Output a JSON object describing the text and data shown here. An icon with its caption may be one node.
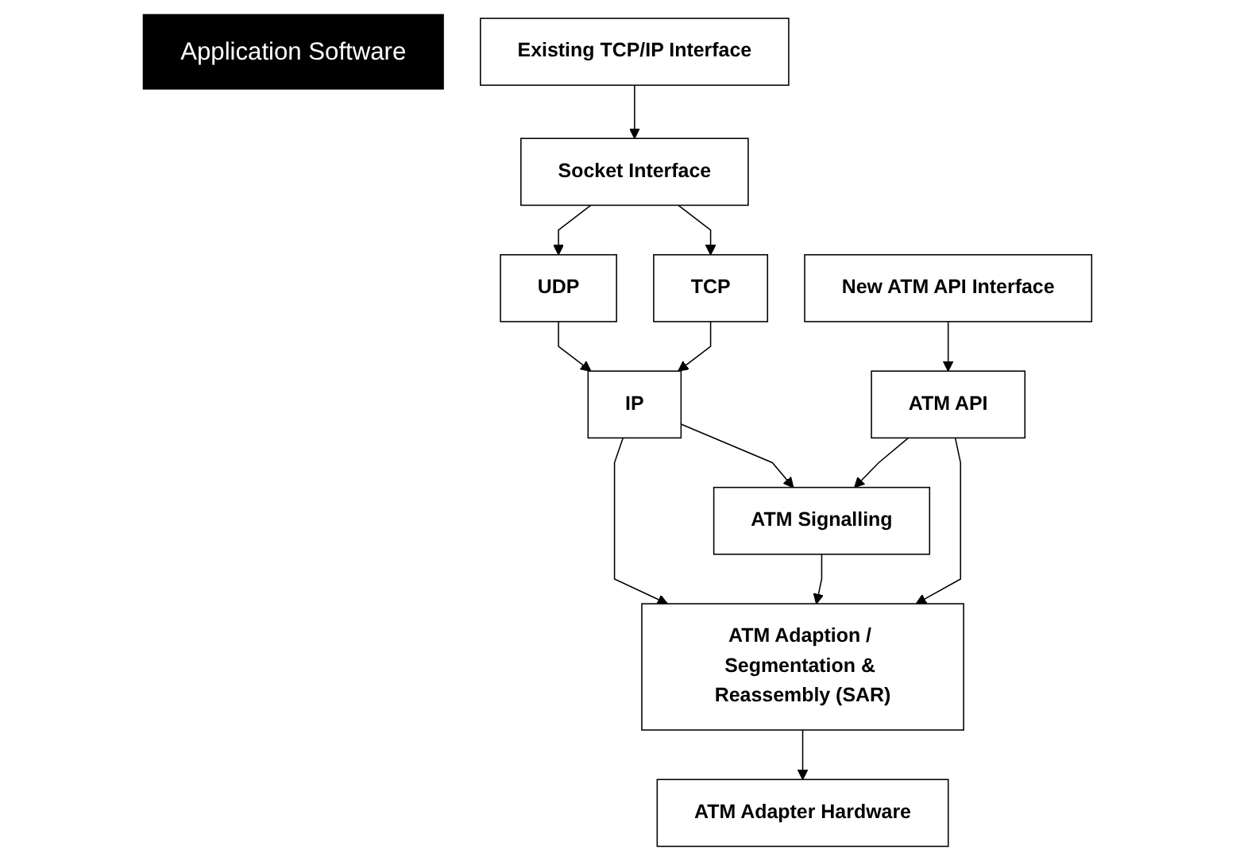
{
  "diagram": {
    "nodes": [
      {
        "text": [
          "Application Software"
        ]
      },
      {
        "text": [
          "Existing TCP/IP Interface"
        ]
      },
      {
        "text": [
          "New ATM API Interface"
        ]
      },
      {
        "text": [
          "Socket Interface"
        ]
      },
      {
        "text": [
          "UDP"
        ]
      },
      {
        "text": [
          "TCP"
        ]
      },
      {
        "text": [
          "IP"
        ]
      },
      {
        "text": [
          "ATM API"
        ]
      },
      {
        "text": [
          "ATM Signalling"
        ]
      },
      {
        "text": [
          "ATM Adaption / Segmentation & Reassembly (SAR)"
        ]
      },
      {
        "text": [
          "ATM Adapter Hardware"
        ]
      }
    ],
    "edges": [
      {
        "from": 1,
        "to": 3,
        "arrow": "to"
      },
      {
        "from": 3,
        "to": 4,
        "arrow": "to"
      },
      {
        "from": 3,
        "to": 5,
        "arrow": "to"
      },
      {
        "from": 4,
        "to": 6,
        "arrow": "to"
      },
      {
        "from": 5,
        "to": 6,
        "arrow": "to"
      },
      {
        "from": 2,
        "to": 7,
        "arrow": "to"
      },
      {
        "from": 6,
        "to": 8,
        "arrow": "to"
      },
      {
        "from": 7,
        "to": 8,
        "arrow": "to"
      },
      {
        "from": 6,
        "to": 9,
        "arrow": "to"
      },
      {
        "from": 8,
        "to": 9,
        "arrow": "to"
      },
      {
        "from": 7,
        "to": 9,
        "arrow": "to"
      },
      {
        "from": 9,
        "to": 10,
        "arrow": "to"
      }
    ]
  }
}
